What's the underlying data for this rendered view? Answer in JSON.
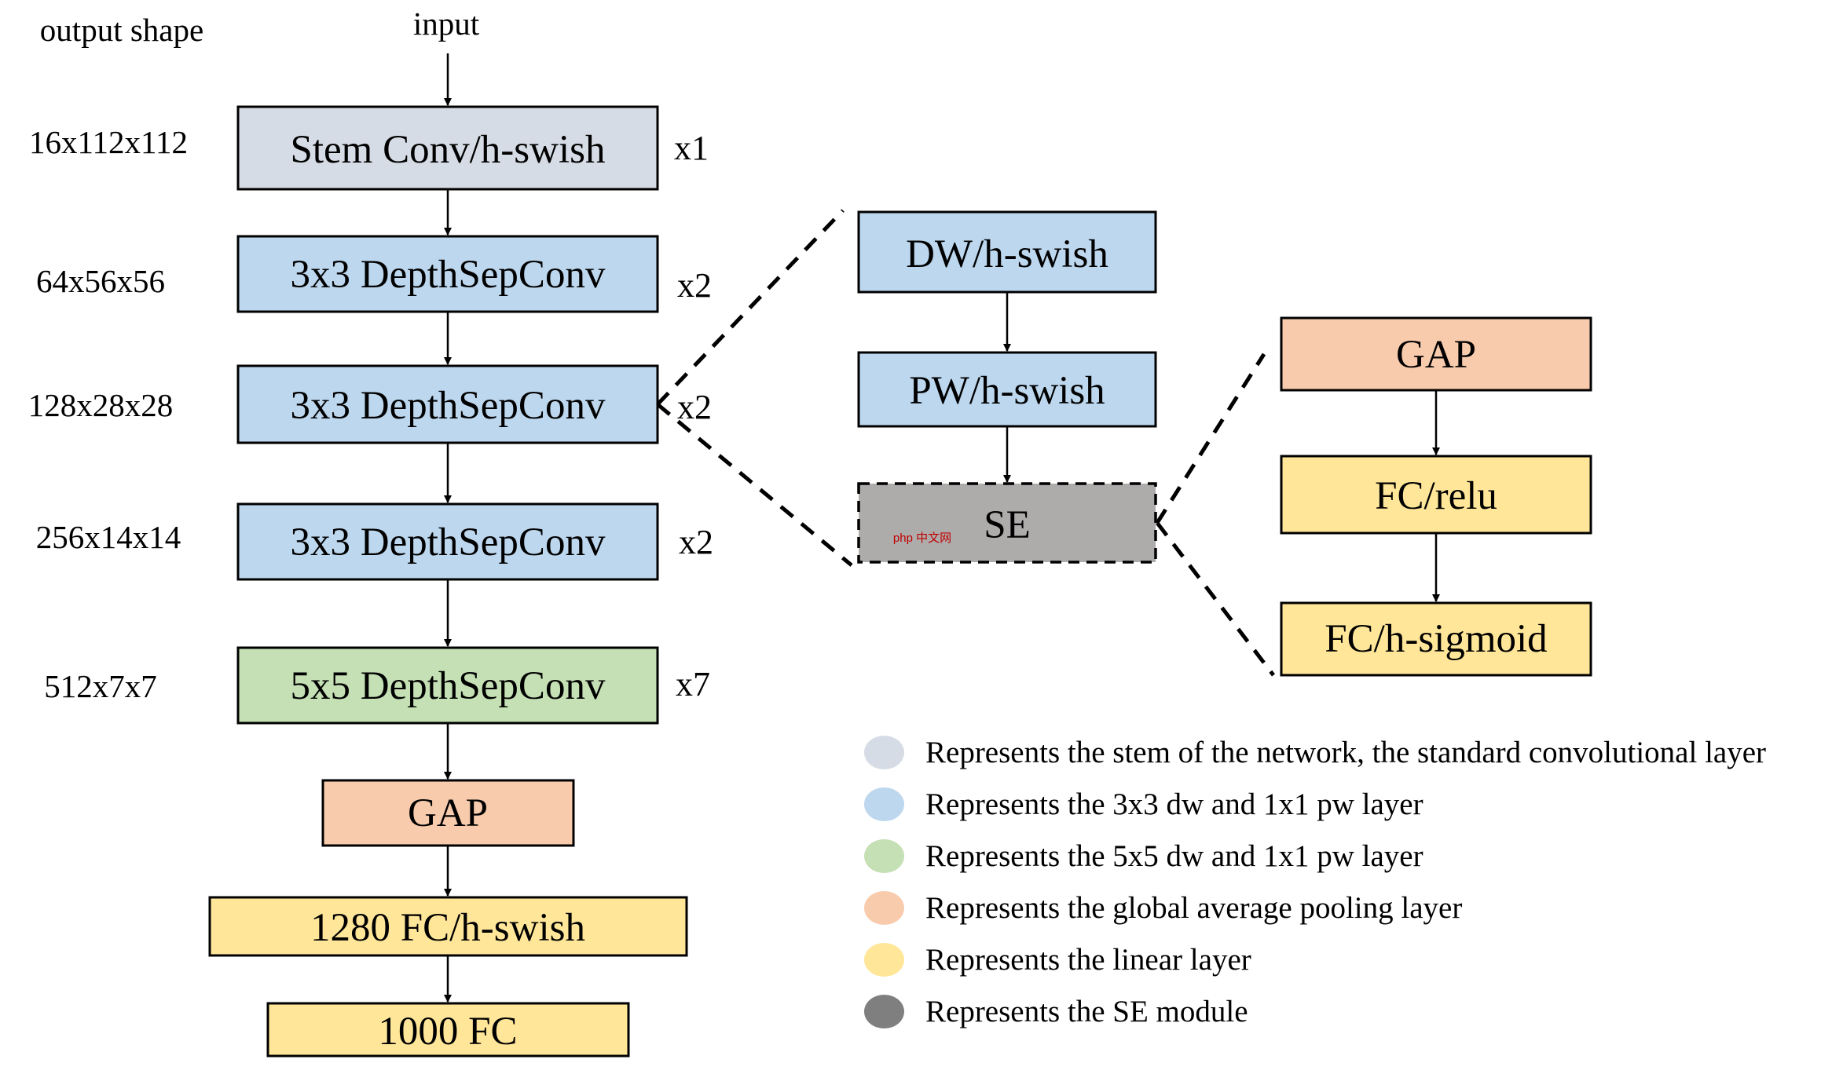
{
  "header": {
    "output_shape_label": "output shape",
    "input_label": "input"
  },
  "colors": {
    "stem": "#d6dce5",
    "dw_pw_3x3": "#bdd7ee",
    "dw_pw_5x5": "#c5e0b4",
    "gap": "#f8cbad",
    "linear": "#ffe699",
    "se": "#aeabab"
  },
  "main_stack": [
    {
      "label": "Stem Conv/h-swish",
      "shape": "16x112x112",
      "repeat": "x1",
      "kind": "stem"
    },
    {
      "label": "3x3 DepthSepConv",
      "shape": "64x56x56",
      "repeat": "x2",
      "kind": "dw_pw_3x3"
    },
    {
      "label": "3x3 DepthSepConv",
      "shape": "128x28x28",
      "repeat": "x2",
      "kind": "dw_pw_3x3"
    },
    {
      "label": "3x3 DepthSepConv",
      "shape": "256x14x14",
      "repeat": "x2",
      "kind": "dw_pw_3x3"
    },
    {
      "label": "5x5 DepthSepConv",
      "shape": "512x7x7",
      "repeat": "x7",
      "kind": "dw_pw_5x5"
    },
    {
      "label": "GAP",
      "kind": "gap"
    },
    {
      "label": "1280 FC/h-swish",
      "kind": "linear"
    },
    {
      "label": "1000 FC",
      "kind": "linear"
    }
  ],
  "depthsep_detail": [
    {
      "label": "DW/h-swish",
      "kind": "dw_pw_3x3"
    },
    {
      "label": "PW/h-swish",
      "kind": "dw_pw_3x3"
    },
    {
      "label": "SE",
      "kind": "se"
    }
  ],
  "watermark": "php 中文网",
  "se_detail": [
    {
      "label": "GAP",
      "kind": "gap"
    },
    {
      "label": "FC/relu",
      "kind": "linear"
    },
    {
      "label": "FC/h-sigmoid",
      "kind": "linear"
    }
  ],
  "legend": [
    {
      "label": "Represents the stem of the network, the standard convolutional layer",
      "color": "#d6dce5"
    },
    {
      "label": "Represents the 3x3 dw and 1x1 pw layer",
      "color": "#bdd7ee"
    },
    {
      "label": "Represents the 5x5 dw and 1x1 pw layer",
      "color": "#c5e0b4"
    },
    {
      "label": "Represents the global average pooling layer",
      "color": "#f8cbad"
    },
    {
      "label": "Represents the linear layer",
      "color": "#ffe699"
    },
    {
      "label": "Represents the SE module",
      "color": "#7f7f7f"
    }
  ]
}
